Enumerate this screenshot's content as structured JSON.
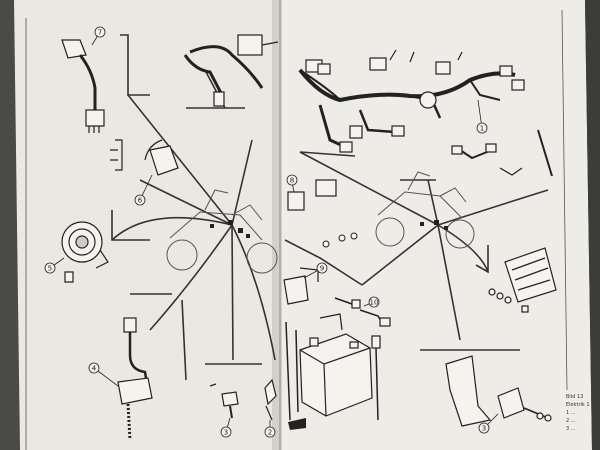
{
  "manual": {
    "left_page": {
      "callouts": [
        {
          "id": "c7",
          "label": "7"
        },
        {
          "id": "c5",
          "label": "5"
        },
        {
          "id": "c6",
          "label": "6"
        },
        {
          "id": "c4",
          "label": "4"
        },
        {
          "id": "c3",
          "label": "3"
        },
        {
          "id": "c2",
          "label": "2"
        }
      ]
    },
    "right_page": {
      "callouts": [
        {
          "id": "r1",
          "label": "1"
        },
        {
          "id": "r8",
          "label": "8"
        },
        {
          "id": "r9",
          "label": "9"
        },
        {
          "id": "r10",
          "label": "10"
        },
        {
          "id": "r3",
          "label": "3"
        }
      ],
      "caption_lines": [
        "Bild 13",
        "Elektrik 1",
        "1 ...",
        "2 ...",
        "3 ..."
      ]
    }
  }
}
